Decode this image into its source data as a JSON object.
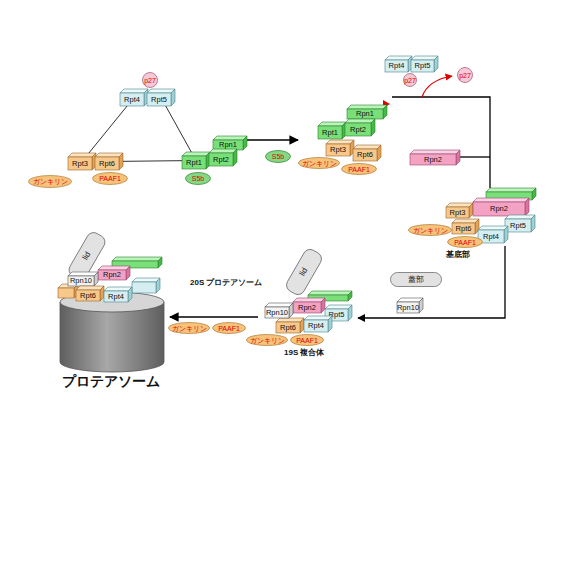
{
  "diagram": {
    "nodes": [
      {
        "text": [
          "p27"
        ]
      },
      {
        "text": [
          "Rpt4"
        ]
      },
      {
        "text": [
          "Rpt5"
        ]
      },
      {
        "text": [
          "Rpn1"
        ]
      },
      {
        "text": [
          "Rpt1"
        ]
      },
      {
        "text": [
          "Rpt2"
        ]
      },
      {
        "text": [
          "S5b"
        ]
      },
      {
        "text": [
          "Rpt3"
        ]
      },
      {
        "text": [
          "Rpt6"
        ]
      },
      {
        "text": [
          "ガンキリン"
        ]
      },
      {
        "text": [
          "PAAF1"
        ]
      },
      {
        "text": [
          "S5b"
        ]
      },
      {
        "text": [
          "Rpn1"
        ]
      },
      {
        "text": [
          "Rpt1"
        ]
      },
      {
        "text": [
          "Rpt2"
        ]
      },
      {
        "text": [
          "Rpt3"
        ]
      },
      {
        "text": [
          "Rpt6"
        ]
      },
      {
        "text": [
          "ガンキリン"
        ]
      },
      {
        "text": [
          "PAAF1"
        ]
      },
      {
        "text": [
          "p27"
        ]
      },
      {
        "text": [
          "Rpt4"
        ]
      },
      {
        "text": [
          "Rpt5"
        ]
      },
      {
        "text": [
          "p27"
        ]
      },
      {
        "text": [
          "Rpn2"
        ]
      },
      {
        "text": [
          "Rpn2"
        ]
      },
      {
        "text": [
          "Rpt3"
        ]
      },
      {
        "text": [
          "Rpt6"
        ]
      },
      {
        "text": [
          "Rpt5"
        ]
      },
      {
        "text": [
          "Rpt4"
        ]
      },
      {
        "text": [
          "ガンキリン"
        ]
      },
      {
        "text": [
          "PAAF1"
        ]
      },
      {
        "text": [
          "蓋部"
        ]
      },
      {
        "text": [
          "Rpn10"
        ]
      },
      {
        "text": [
          "lid"
        ]
      },
      {
        "text": [
          "Rpn10"
        ]
      },
      {
        "text": [
          "Rpn2"
        ]
      },
      {
        "text": [
          "Rpt6"
        ]
      },
      {
        "text": [
          "Rpt5"
        ]
      },
      {
        "text": [
          "Rpt4"
        ]
      },
      {
        "text": [
          "ガンキリン"
        ]
      },
      {
        "text": [
          "PAAF1"
        ]
      },
      {
        "text": [
          "ガンキリン"
        ]
      },
      {
        "text": [
          "PAAF1"
        ]
      },
      {
        "text": [
          "lid"
        ]
      },
      {
        "text": [
          "Rpn10"
        ]
      },
      {
        "text": [
          "Rpn2"
        ]
      },
      {
        "text": [
          "Rpt6"
        ]
      },
      {
        "text": [
          "Rpt4"
        ]
      }
    ],
    "edges": [
      {
        "from": 1,
        "to": 7,
        "arrow": "none"
      },
      {
        "from": 2,
        "to": 4,
        "arrow": "none"
      },
      {
        "from": 8,
        "to": 4,
        "arrow": "none"
      }
    ],
    "labels": [
      "基底部",
      "19S 複合体",
      "20S プロテアソーム",
      "プロテアソーム"
    ]
  }
}
